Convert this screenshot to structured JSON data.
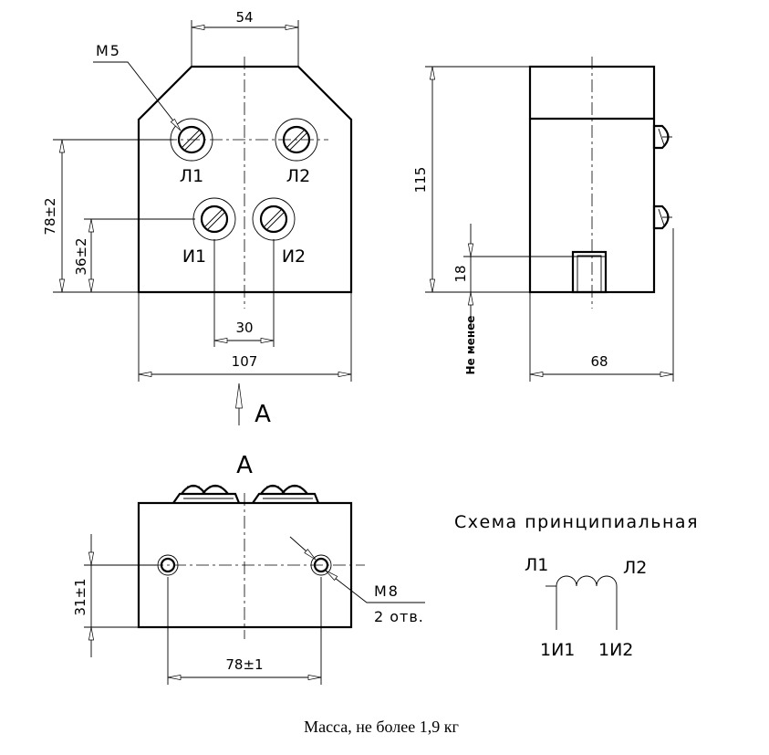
{
  "dimensions": {
    "top_width": "54",
    "terminal_spacing": "30",
    "overall_width": "107",
    "height_78": "78±2",
    "height_36": "36±2",
    "side_height": "115",
    "slot_height": "18",
    "not_less": "Не менее",
    "depth": "68",
    "bottom_height": "31±1",
    "hole_spacing": "78±1"
  },
  "labels": {
    "thread_m5": "М5",
    "thread_m8": "М8",
    "holes_count": "2 отв.",
    "terminal_l1": "Л1",
    "terminal_l2": "Л2",
    "terminal_i1": "И1",
    "terminal_i2": "И2",
    "view_a_arrow": "А",
    "view_a_title": "А"
  },
  "schematic": {
    "title": "Схема принципиальная",
    "l1": "Л1",
    "l2": "Л2",
    "i1": "1И1",
    "i2": "1И2"
  },
  "footer": {
    "mass": "Масса, не более 1,9 кг"
  }
}
